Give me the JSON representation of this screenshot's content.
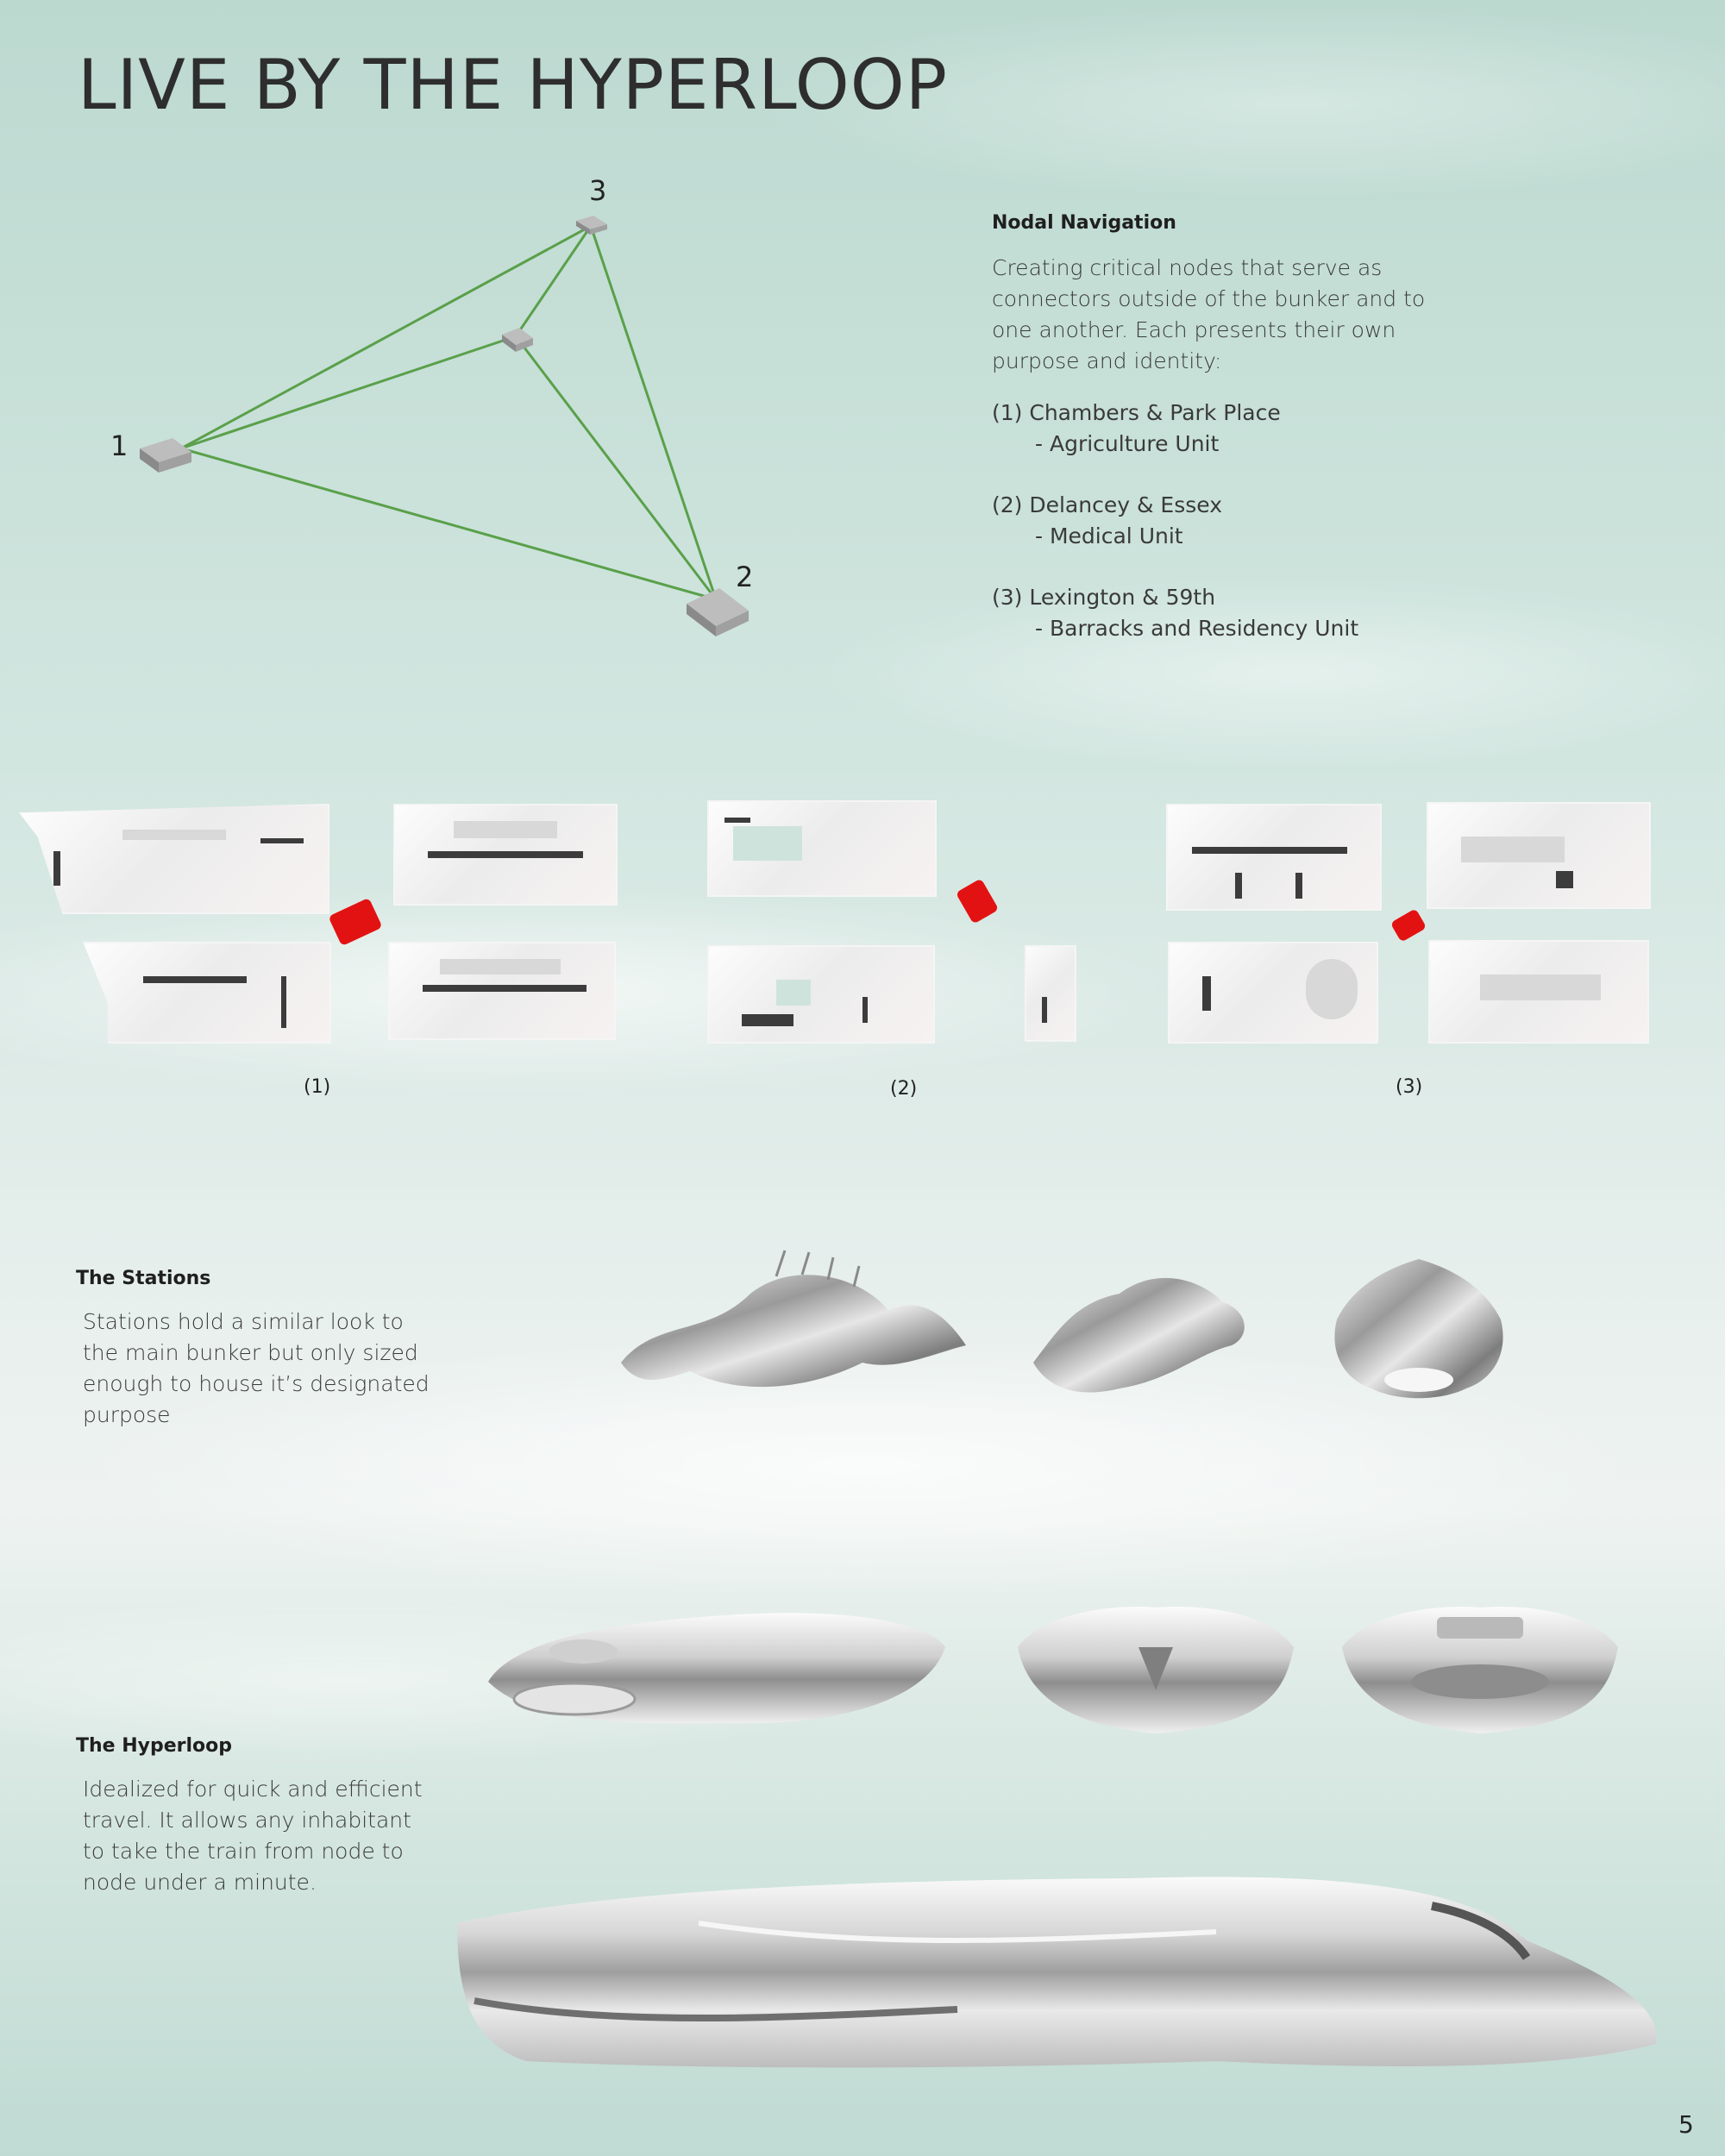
{
  "page": {
    "title": "LIVE BY THE HYPERLOOP",
    "page_number": "5"
  },
  "diagram": {
    "nodes": [
      {
        "id": "1",
        "label": "1"
      },
      {
        "id": "2",
        "label": "2"
      },
      {
        "id": "3",
        "label": "3"
      }
    ],
    "line_color": "#5aa04a"
  },
  "nodal": {
    "heading": "Nodal Navigation",
    "description": "Creating critical nodes that serve as connectors outside of the bunker and to one another.  Each presents their own purpose and identity:",
    "items": [
      {
        "name": "(1) Chambers & Park Place",
        "unit": "- Agriculture Unit"
      },
      {
        "name": "(2) Delancey & Essex",
        "unit": "- Medical Unit"
      },
      {
        "name": "(3) Lexington & 59th",
        "unit": "- Barracks and Residency Unit"
      }
    ]
  },
  "plans": {
    "labels": [
      "(1)",
      "(2)",
      "(3)"
    ],
    "marker_color": "#e31212"
  },
  "stations": {
    "heading": "The Stations",
    "text": "Stations hold a similar look to the main bunker but only sized enough to house it’s designated purpose"
  },
  "hyperloop": {
    "heading": "The Hyperloop",
    "text": "Idealized for quick and efficient travel. It allows any inhabitant to take the train from node to node under a minute."
  }
}
